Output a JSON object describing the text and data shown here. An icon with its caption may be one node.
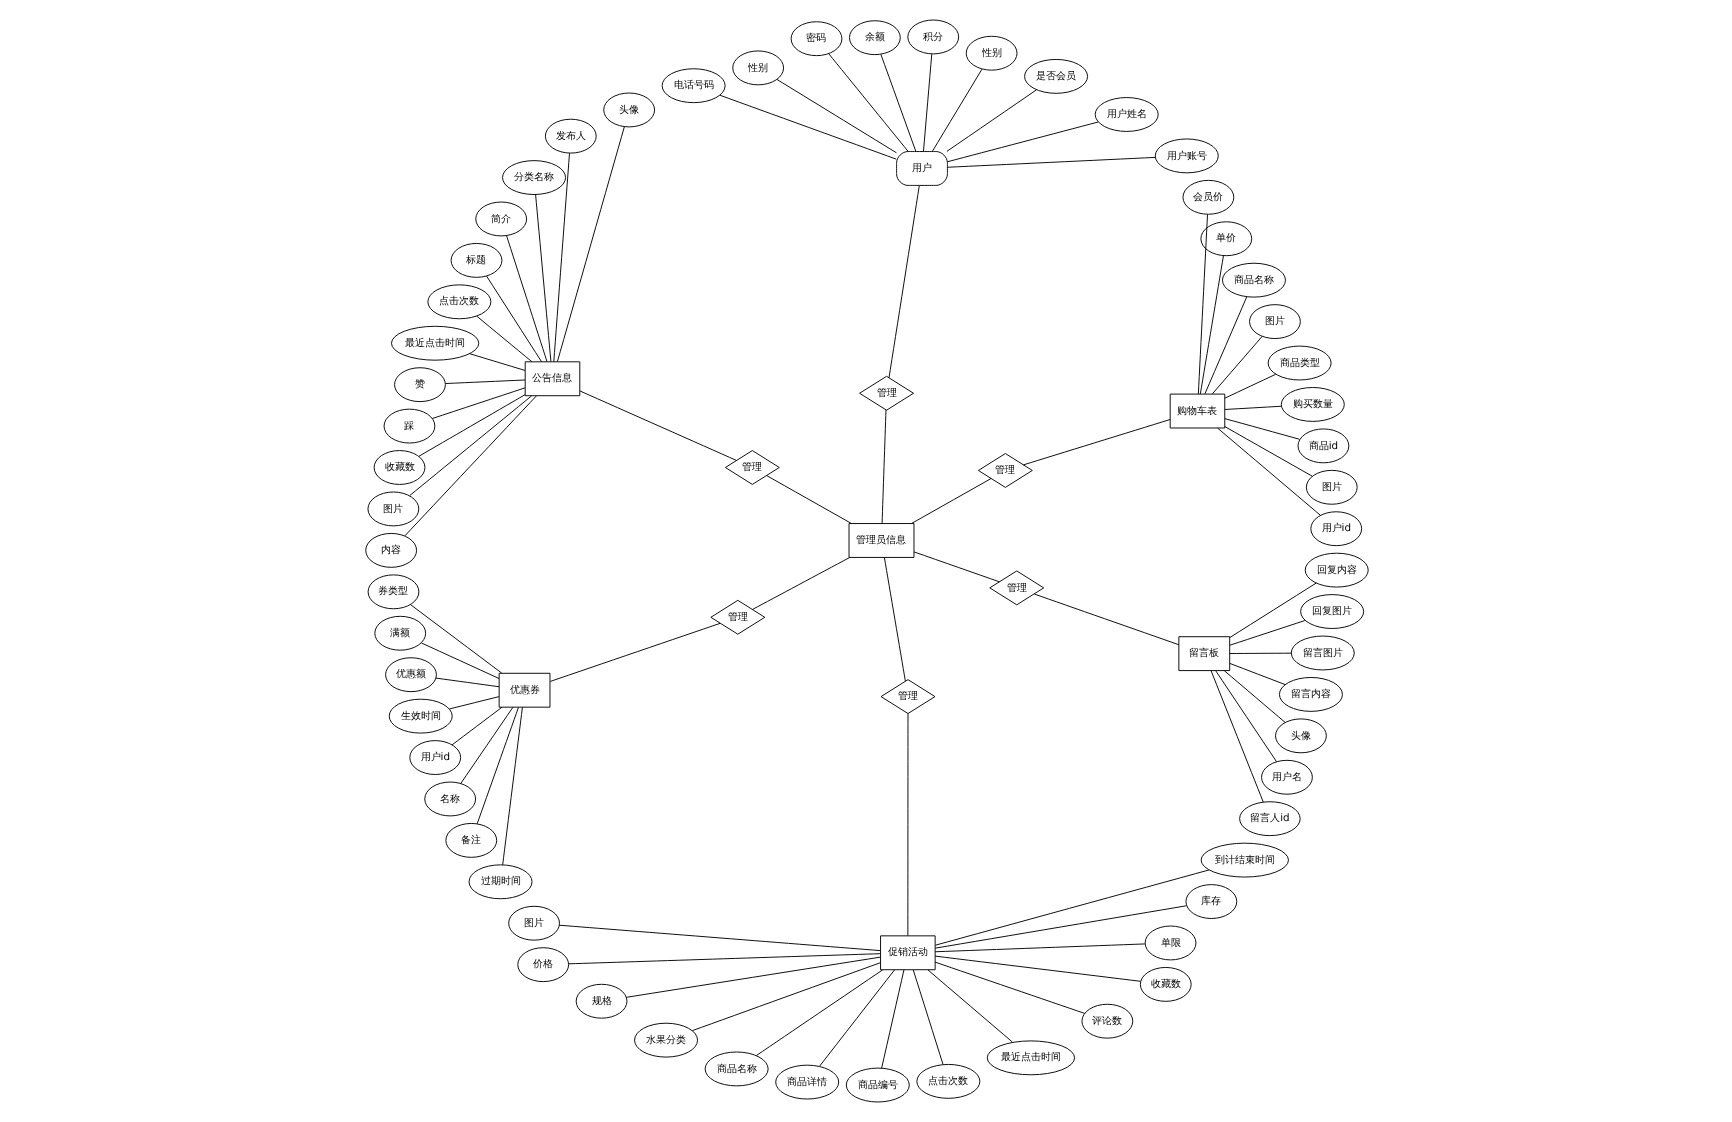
{
  "diagram": {
    "nodes": [
      {
        "text": [
          "用户"
        ]
      },
      {
        "text": [
          "用户账号"
        ]
      },
      {
        "text": [
          "用户姓名"
        ]
      },
      {
        "text": [
          "是否会员"
        ]
      },
      {
        "text": [
          "性别"
        ]
      },
      {
        "text": [
          "积分"
        ]
      },
      {
        "text": [
          "余额"
        ]
      },
      {
        "text": [
          "密码"
        ]
      },
      {
        "text": [
          "性别"
        ]
      },
      {
        "text": [
          "电话号码"
        ]
      },
      {
        "text": [
          "管理"
        ]
      },
      {
        "text": [
          "公告信息"
        ]
      },
      {
        "text": [
          "头像"
        ]
      },
      {
        "text": [
          "发布人"
        ]
      },
      {
        "text": [
          "分类名称"
        ]
      },
      {
        "text": [
          "简介"
        ]
      },
      {
        "text": [
          "标题"
        ]
      },
      {
        "text": [
          "点击次数"
        ]
      },
      {
        "text": [
          "最近点击时间"
        ]
      },
      {
        "text": [
          "赞"
        ]
      },
      {
        "text": [
          "踩"
        ]
      },
      {
        "text": [
          "收藏数"
        ]
      },
      {
        "text": [
          "图片"
        ]
      },
      {
        "text": [
          "内容"
        ]
      },
      {
        "text": [
          "管理"
        ]
      },
      {
        "text": [
          "优惠券"
        ]
      },
      {
        "text": [
          "券类型"
        ]
      },
      {
        "text": [
          "满额"
        ]
      },
      {
        "text": [
          "优惠额"
        ]
      },
      {
        "text": [
          "生效时间"
        ]
      },
      {
        "text": [
          "用户id"
        ]
      },
      {
        "text": [
          "名称"
        ]
      },
      {
        "text": [
          "备注"
        ]
      },
      {
        "text": [
          "过期时间"
        ]
      },
      {
        "text": [
          "管理"
        ]
      },
      {
        "text": [
          "管理员信息"
        ]
      },
      {
        "text": [
          "促销活动"
        ]
      },
      {
        "text": [
          "图片"
        ]
      },
      {
        "text": [
          "价格"
        ]
      },
      {
        "text": [
          "规格"
        ]
      },
      {
        "text": [
          "水果分类"
        ]
      },
      {
        "text": [
          "商品名称"
        ]
      },
      {
        "text": [
          "商品详情"
        ]
      },
      {
        "text": [
          "商品编号"
        ]
      },
      {
        "text": [
          "点击次数"
        ]
      },
      {
        "text": [
          "最近点击时间"
        ]
      },
      {
        "text": [
          "评论数"
        ]
      },
      {
        "text": [
          "收藏数"
        ]
      },
      {
        "text": [
          "单限"
        ]
      },
      {
        "text": [
          "库存"
        ]
      },
      {
        "text": [
          "到计结束时间"
        ]
      },
      {
        "text": [
          "管理"
        ]
      },
      {
        "text": [
          "留言板"
        ]
      },
      {
        "text": [
          "留言人id"
        ]
      },
      {
        "text": [
          "用户名"
        ]
      },
      {
        "text": [
          "头像"
        ]
      },
      {
        "text": [
          "留言内容"
        ]
      },
      {
        "text": [
          "留言图片"
        ]
      },
      {
        "text": [
          "回复图片"
        ]
      },
      {
        "text": [
          "回复内容"
        ]
      },
      {
        "text": [
          "管理"
        ]
      },
      {
        "text": [
          "管理"
        ]
      },
      {
        "text": [
          "购物车表"
        ]
      },
      {
        "text": [
          "用户id"
        ]
      },
      {
        "text": [
          "图片"
        ]
      },
      {
        "text": [
          "商品id"
        ]
      },
      {
        "text": [
          "购买数量"
        ]
      },
      {
        "text": [
          "商品类型"
        ]
      },
      {
        "text": [
          "图片"
        ]
      },
      {
        "text": [
          "商品名称"
        ]
      },
      {
        "text": [
          "单价"
        ]
      },
      {
        "text": [
          "会员价"
        ]
      }
    ],
    "edges": [
      {
        "from": 0,
        "to": 1,
        "arrow": "none"
      },
      {
        "from": 0,
        "to": 2,
        "arrow": "none"
      },
      {
        "from": 0,
        "to": 3,
        "arrow": "none"
      },
      {
        "from": 0,
        "to": 4,
        "arrow": "none"
      },
      {
        "from": 0,
        "to": 5,
        "arrow": "none"
      },
      {
        "from": 0,
        "to": 6,
        "arrow": "none"
      },
      {
        "from": 0,
        "to": 7,
        "arrow": "none"
      },
      {
        "from": 0,
        "to": 8,
        "arrow": "none"
      },
      {
        "from": 0,
        "to": 9,
        "arrow": "none"
      },
      {
        "from": 0,
        "to": 10,
        "arrow": "none"
      },
      {
        "from": 10,
        "to": 35,
        "arrow": "none"
      },
      {
        "from": 11,
        "to": 12,
        "arrow": "none"
      },
      {
        "from": 11,
        "to": 13,
        "arrow": "none"
      },
      {
        "from": 11,
        "to": 14,
        "arrow": "none"
      },
      {
        "from": 11,
        "to": 15,
        "arrow": "none"
      },
      {
        "from": 11,
        "to": 16,
        "arrow": "none"
      },
      {
        "from": 11,
        "to": 17,
        "arrow": "none"
      },
      {
        "from": 11,
        "to": 18,
        "arrow": "none"
      },
      {
        "from": 11,
        "to": 19,
        "arrow": "none"
      },
      {
        "from": 11,
        "to": 20,
        "arrow": "none"
      },
      {
        "from": 11,
        "to": 21,
        "arrow": "none"
      },
      {
        "from": 11,
        "to": 22,
        "arrow": "none"
      },
      {
        "from": 11,
        "to": 23,
        "arrow": "none"
      },
      {
        "from": 11,
        "to": 24,
        "arrow": "none"
      },
      {
        "from": 24,
        "to": 35,
        "arrow": "none"
      },
      {
        "from": 25,
        "to": 26,
        "arrow": "none"
      },
      {
        "from": 25,
        "to": 27,
        "arrow": "none"
      },
      {
        "from": 25,
        "to": 28,
        "arrow": "none"
      },
      {
        "from": 25,
        "to": 29,
        "arrow": "none"
      },
      {
        "from": 25,
        "to": 30,
        "arrow": "none"
      },
      {
        "from": 25,
        "to": 31,
        "arrow": "none"
      },
      {
        "from": 25,
        "to": 32,
        "arrow": "none"
      },
      {
        "from": 25,
        "to": 33,
        "arrow": "none"
      },
      {
        "from": 34,
        "to": 25,
        "arrow": "none"
      },
      {
        "from": 34,
        "to": 35,
        "arrow": "none"
      },
      {
        "from": 36,
        "to": 37,
        "arrow": "none"
      },
      {
        "from": 36,
        "to": 38,
        "arrow": "none"
      },
      {
        "from": 36,
        "to": 39,
        "arrow": "none"
      },
      {
        "from": 36,
        "to": 40,
        "arrow": "none"
      },
      {
        "from": 36,
        "to": 41,
        "arrow": "none"
      },
      {
        "from": 36,
        "to": 42,
        "arrow": "none"
      },
      {
        "from": 36,
        "to": 43,
        "arrow": "none"
      },
      {
        "from": 36,
        "to": 44,
        "arrow": "none"
      },
      {
        "from": 36,
        "to": 45,
        "arrow": "none"
      },
      {
        "from": 36,
        "to": 46,
        "arrow": "none"
      },
      {
        "from": 36,
        "to": 47,
        "arrow": "none"
      },
      {
        "from": 36,
        "to": 48,
        "arrow": "none"
      },
      {
        "from": 36,
        "to": 49,
        "arrow": "none"
      },
      {
        "from": 36,
        "to": 50,
        "arrow": "none"
      },
      {
        "from": 36,
        "to": 51,
        "arrow": "none"
      },
      {
        "from": 51,
        "to": 35,
        "arrow": "none"
      },
      {
        "from": 52,
        "to": 53,
        "arrow": "none"
      },
      {
        "from": 52,
        "to": 54,
        "arrow": "none"
      },
      {
        "from": 52,
        "to": 55,
        "arrow": "none"
      },
      {
        "from": 52,
        "to": 56,
        "arrow": "none"
      },
      {
        "from": 52,
        "to": 57,
        "arrow": "none"
      },
      {
        "from": 52,
        "to": 58,
        "arrow": "none"
      },
      {
        "from": 52,
        "to": 59,
        "arrow": "none"
      },
      {
        "from": 60,
        "to": 52,
        "arrow": "none"
      },
      {
        "from": 60,
        "to": 35,
        "arrow": "none"
      },
      {
        "from": 35,
        "to": 61,
        "arrow": "none"
      },
      {
        "from": 61,
        "to": 62,
        "arrow": "none"
      },
      {
        "from": 62,
        "to": 63,
        "arrow": "none"
      },
      {
        "from": 62,
        "to": 64,
        "arrow": "none"
      },
      {
        "from": 62,
        "to": 65,
        "arrow": "none"
      },
      {
        "from": 62,
        "to": 66,
        "arrow": "none"
      },
      {
        "from": 62,
        "to": 67,
        "arrow": "none"
      },
      {
        "from": 62,
        "to": 68,
        "arrow": "none"
      },
      {
        "from": 62,
        "to": 69,
        "arrow": "none"
      },
      {
        "from": 62,
        "to": 70,
        "arrow": "none"
      },
      {
        "from": 62,
        "to": 71,
        "arrow": "none"
      }
    ]
  }
}
